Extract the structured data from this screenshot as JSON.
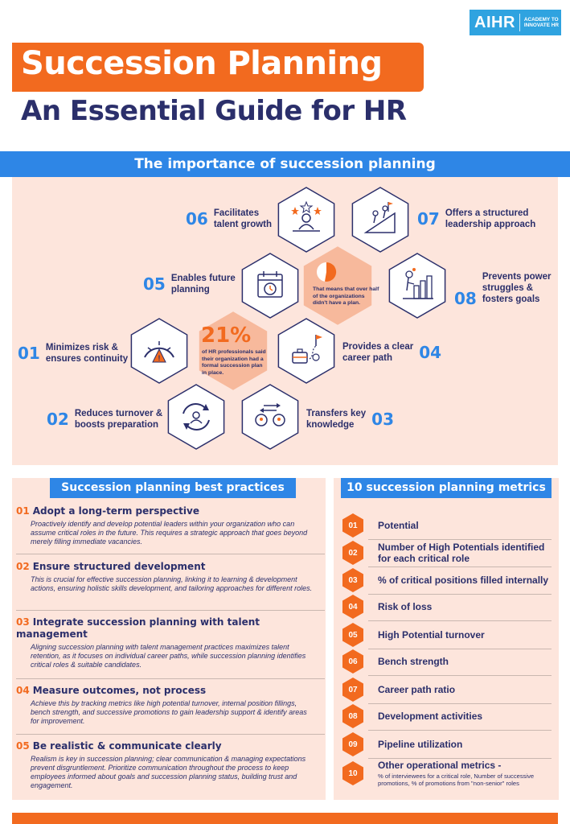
{
  "logo": {
    "main": "AIHR",
    "sub_line1": "ACADEMY TO",
    "sub_line2": "INNOVATE HR"
  },
  "title": {
    "line1": "Succession Planning",
    "line2": "An Essential Guide for HR"
  },
  "importance": {
    "heading": "The importance of succession planning",
    "items": [
      {
        "num": "01",
        "text": "Minimizes risk &\nensures continuity"
      },
      {
        "num": "02",
        "text": "Reduces turnover &\nboosts preparation"
      },
      {
        "num": "03",
        "text": "Transfers key\nknowledge"
      },
      {
        "num": "04",
        "text": "Provides a clear\ncareer path"
      },
      {
        "num": "05",
        "text": "Enables future\nplanning"
      },
      {
        "num": "06",
        "text": "Facilitates\ntalent growth"
      },
      {
        "num": "07",
        "text": "Offers a structured\nleadership approach"
      },
      {
        "num": "08",
        "text": "Prevents power\nstruggles &\nfosters goals"
      }
    ],
    "stat1": {
      "value": "21%",
      "text": "of HR professionals said their organization had a formal succession plan in place."
    },
    "stat2": {
      "text": "That means that over half of the organizations didn't have a plan."
    }
  },
  "best_practices": {
    "heading": "Succession planning best practices",
    "items": [
      {
        "num": "01",
        "title": "Adopt a long-term perspective",
        "desc": "Proactively identify and develop potential leaders within your organization who can assume critical roles in the future. This requires a strategic approach that goes beyond merely filling immediate vacancies."
      },
      {
        "num": "02",
        "title": "Ensure structured development",
        "desc": "This is crucial for effective succession planning, linking it to learning & development actions, ensuring holistic skills development, and tailoring approaches for different roles."
      },
      {
        "num": "03",
        "title": "Integrate succession planning with talent management",
        "desc": "Aligning succession planning with talent management practices maximizes talent retention, as it focuses on individual career paths, while succession planning identifies critical roles & suitable candidates."
      },
      {
        "num": "04",
        "title": "Measure outcomes, not process",
        "desc": "Achieve this by tracking metrics like high potential turnover, internal position fillings, bench strength, and successive promotions to gain leadership support & identify areas for improvement."
      },
      {
        "num": "05",
        "title": "Be realistic & communicate clearly",
        "desc": "Realism is key in succession planning; clear communication & managing expectations prevent disgruntlement. Prioritize communication throughout the process to keep employees informed about goals and succession planning status, building trust and engagement."
      }
    ]
  },
  "metrics": {
    "heading": "10 succession planning metrics",
    "items": [
      {
        "num": "01",
        "label": "Potential"
      },
      {
        "num": "02",
        "label": "Number of High Potentials identified for each critical role"
      },
      {
        "num": "03",
        "label": "% of critical positions filled internally"
      },
      {
        "num": "04",
        "label": "Risk of loss"
      },
      {
        "num": "05",
        "label": "High Potential turnover"
      },
      {
        "num": "06",
        "label": "Bench strength"
      },
      {
        "num": "07",
        "label": "Career path ratio"
      },
      {
        "num": "08",
        "label": "Development activities"
      },
      {
        "num": "09",
        "label": "Pipeline utilization"
      },
      {
        "num": "10",
        "label": "Other operational metrics -",
        "sub": "% of interviewees for a critical role, Number of successive promotions, % of promotions from \"non-senior\" roles"
      }
    ]
  },
  "colors": {
    "orange": "#f26a1f",
    "blue": "#2e86e6",
    "navy": "#2b2f6b",
    "peach": "#fde5dc",
    "hex_fill": "#f7b99c"
  }
}
